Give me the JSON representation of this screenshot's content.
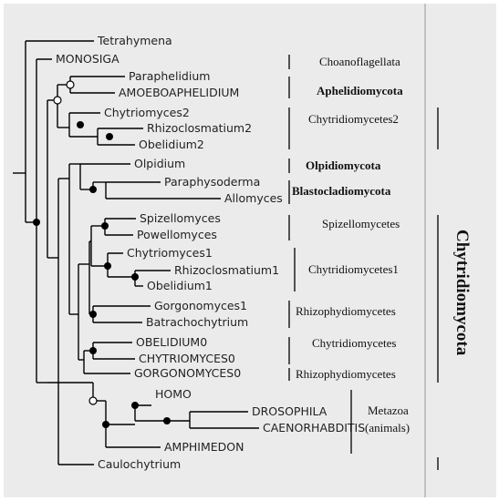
{
  "tips": {
    "tetrahymena": "Tetrahymena",
    "monosiga": "MONOSIGA",
    "paraphelidium": "Paraphelidium",
    "amoeboaphelidium": "AMOEBOAPHELIDIUM",
    "chytriomyces2": "Chytriomyces2",
    "rhizoclosmatium2": "Rhizoclosmatium2",
    "obelidium2": "Obelidium2",
    "olpidium": "Olpidium",
    "paraphysoderma": "Paraphysoderma",
    "allomyces": "Allomyces",
    "spizellomyces": "Spizellomyces",
    "powellomyces": "Powellomyces",
    "chytriomyces1": "Chytriomyces1",
    "rhizoclosmatium1": "Rhizoclosmatium1",
    "obelidium1": "Obelidium1",
    "gorgonomyces1": "Gorgonomyces1",
    "batrachochytrium": "Batrachochytrium",
    "obelidium0": "OBELIDIUM0",
    "chytriomyces0": "CHYTRIOMYCES0",
    "gorgonomyces0": "GORGONOMYCES0",
    "homo": "HOMO",
    "drosophila": "DROSOPHILA",
    "caenorhabditis": "CAENORHABDITIS",
    "amphimedon": "AMPHIMEDON",
    "caulochytrium": "Caulochytrium"
  },
  "groups": {
    "choanoflagellata": "Choanoflagellata",
    "aphelidiomycota": "Aphelidiomycota",
    "chytridiomycetes2": "Chytridiomycetes2",
    "olpidiomycota": "Olpidiomycota",
    "blastocladiomycota": "Blastocladiomycota",
    "spizellomycetes": "Spizellomycetes",
    "chytridiomycetes1": "Chytridiomycetes1",
    "rhizophydiomycetes_a": "Rhizophydiomycetes",
    "chytridiomycetes": "Chytridiomycetes",
    "rhizophydiomycetes_b": "Rhizophydiomycetes",
    "metazoa": "Metazoa",
    "metazoa_sub": "(animals)"
  },
  "phylum": "Chytridiomycota",
  "colors": {
    "panel": "#ebebeb",
    "line": "#000000",
    "text": "#222222",
    "divider": "#9a9a9a"
  }
}
